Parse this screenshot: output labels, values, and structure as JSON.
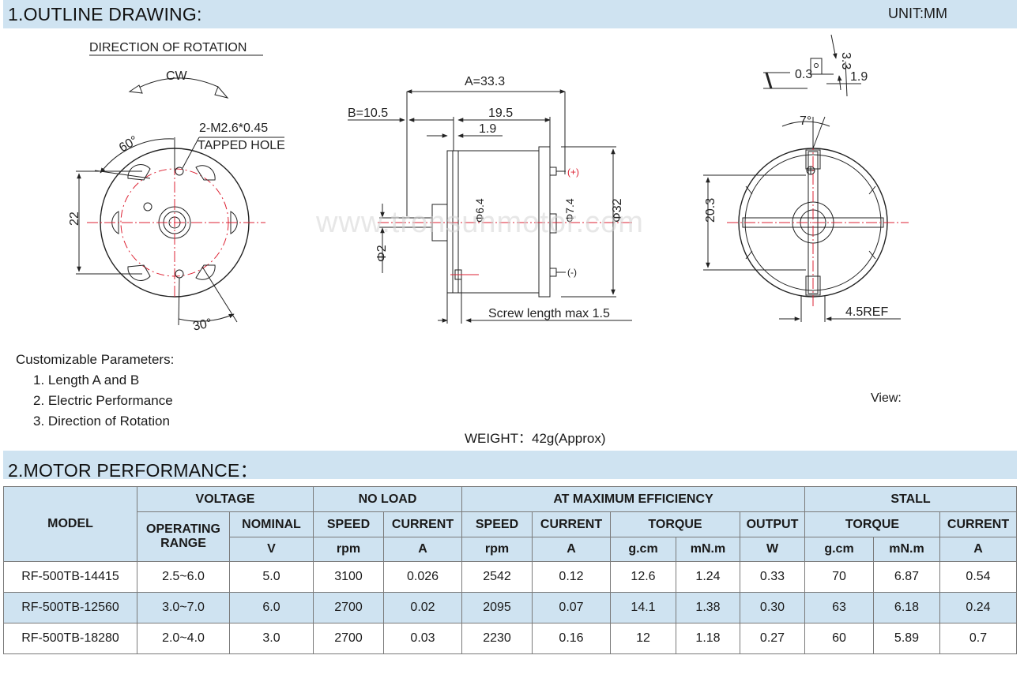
{
  "sections": {
    "outline_title": "1.OUTLINE DRAWING:",
    "unit": "UNIT:MM",
    "performance_title": "2.MOTOR PERFORMANCE："
  },
  "drawing": {
    "direction_label": "DIRECTION OF ROTATION",
    "cw": "CW",
    "angle_60": "60°",
    "angle_30": "30°",
    "tapped_hole_line1": "2-M2.6*0.45",
    "tapped_hole_line2": "TAPPED HOLE",
    "dim_22": "22",
    "dim_A": "A=33.3",
    "dim_B": "B=10.5",
    "dim_19_5": "19.5",
    "dim_1_9": "1.9",
    "dim_phi2": "Φ2",
    "dim_phi6_4": "Φ6.4",
    "dim_phi7_4": "Φ7.4",
    "dim_phi32": "Φ32",
    "plus": "(+)",
    "minus": "(-)",
    "screw_length": "Screw length max 1.5",
    "terminal_0_3": "0.3",
    "terminal_3_3": "3.3",
    "terminal_1_9": "1.9",
    "angle_7": "7°",
    "dim_20_3": "20.3",
    "dim_4_5ref": "4.5REF",
    "watermark": "www.tronsunmotor.com"
  },
  "customizable": {
    "heading": "Customizable Parameters:",
    "items": [
      "1. Length A and B",
      "2. Electric Performance",
      "3. Direction of Rotation"
    ]
  },
  "weight": "WEIGHT：42g(Approx)",
  "view_label": "View:",
  "table": {
    "model": "MODEL",
    "voltage": "VOLTAGE",
    "no_load": "NO LOAD",
    "max_eff": "AT MAXIMUM EFFICIENCY",
    "stall": "STALL",
    "operating": "OPERATING",
    "range": "RANGE",
    "nominal": "NOMINAL",
    "speed": "SPEED",
    "current": "CURRENT",
    "torque": "TORQUE",
    "output": "OUTPUT",
    "u_v": "V",
    "u_rpm": "rpm",
    "u_a": "A",
    "u_gcm": "g.cm",
    "u_mnm": "mN.m",
    "u_w": "W",
    "rows": [
      [
        "RF-500TB-14415",
        "2.5~6.0",
        "5.0",
        "3100",
        "0.026",
        "2542",
        "0.12",
        "12.6",
        "1.24",
        "0.33",
        "70",
        "6.87",
        "0.54"
      ],
      [
        "RF-500TB-12560",
        "3.0~7.0",
        "6.0",
        "2700",
        "0.02",
        "2095",
        "0.07",
        "14.1",
        "1.38",
        "0.30",
        "63",
        "6.18",
        "0.24"
      ],
      [
        "RF-500TB-18280",
        "2.0~4.0",
        "3.0",
        "2700",
        "0.03",
        "2230",
        "0.16",
        "12",
        "1.18",
        "0.27",
        "60",
        "5.89",
        "0.7"
      ]
    ]
  }
}
